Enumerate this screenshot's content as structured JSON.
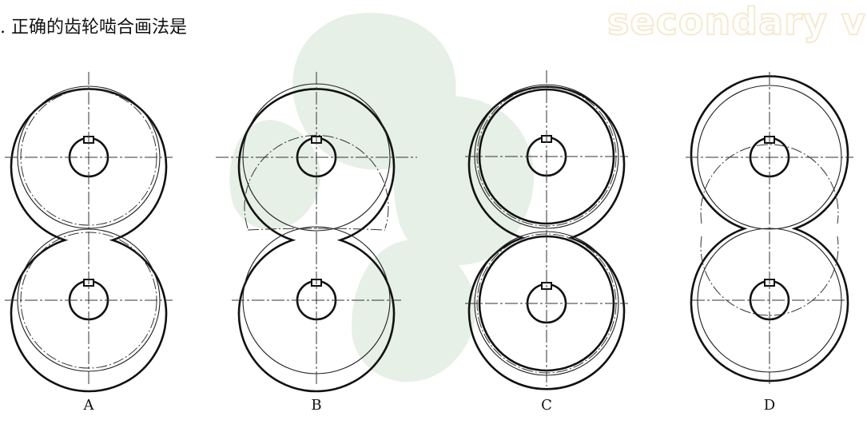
{
  "question": {
    "text": ". 正确的齿轮啮合画法是"
  },
  "watermark": {
    "text": "secondary v",
    "icon": "leaf-watermark-icon"
  },
  "options": [
    {
      "label": "A"
    },
    {
      "label": "B"
    },
    {
      "label": "C"
    },
    {
      "label": "D"
    }
  ],
  "colors": {
    "line": "#111111",
    "watermark_leaf": "#e6f0e6",
    "watermark_text": "#f5ead0"
  }
}
